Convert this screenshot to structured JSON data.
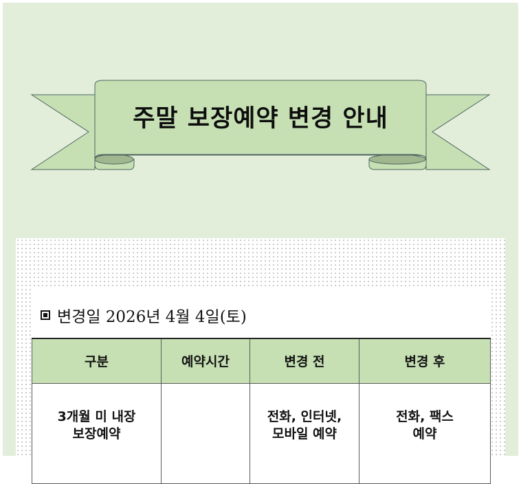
{
  "banner": {
    "title": "주말 보장예약 변경 안내",
    "fill_color": "#c6e0b4",
    "fold_color": "#9fb68f",
    "stroke_color": "#4f6560"
  },
  "notice": {
    "bullet_icon": "square-bullet-icon",
    "change_date": "변경일 2026년 4월 4일(토)"
  },
  "table": {
    "header_color": "#c6e0b4",
    "columns": [
      "구분",
      "예약시간",
      "변경 전",
      "변경 후"
    ],
    "rows": [
      {
        "category": [
          "3개월 미 내장",
          "보장예약"
        ],
        "reservation_time": "",
        "before": [
          "전화, 인터넷,",
          "모바일 예약"
        ],
        "after": [
          "전화, 팩스",
          "예약"
        ]
      }
    ]
  }
}
